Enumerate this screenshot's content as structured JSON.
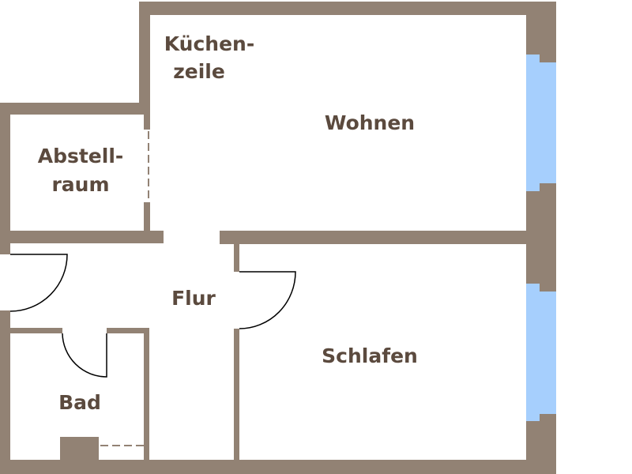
{
  "colors": {
    "wall": "#928274",
    "window": "#a6cffd",
    "label": "#5b4a3e"
  },
  "rooms": {
    "kitchen": {
      "line1": "Küchen-",
      "line2": "zeile"
    },
    "living": {
      "label": "Wohnen"
    },
    "storage": {
      "line1": "Abstell-",
      "line2": "raum"
    },
    "hallway": {
      "label": "Flur"
    },
    "bedroom": {
      "label": "Schlafen"
    },
    "bathroom": {
      "label": "Bad"
    }
  }
}
